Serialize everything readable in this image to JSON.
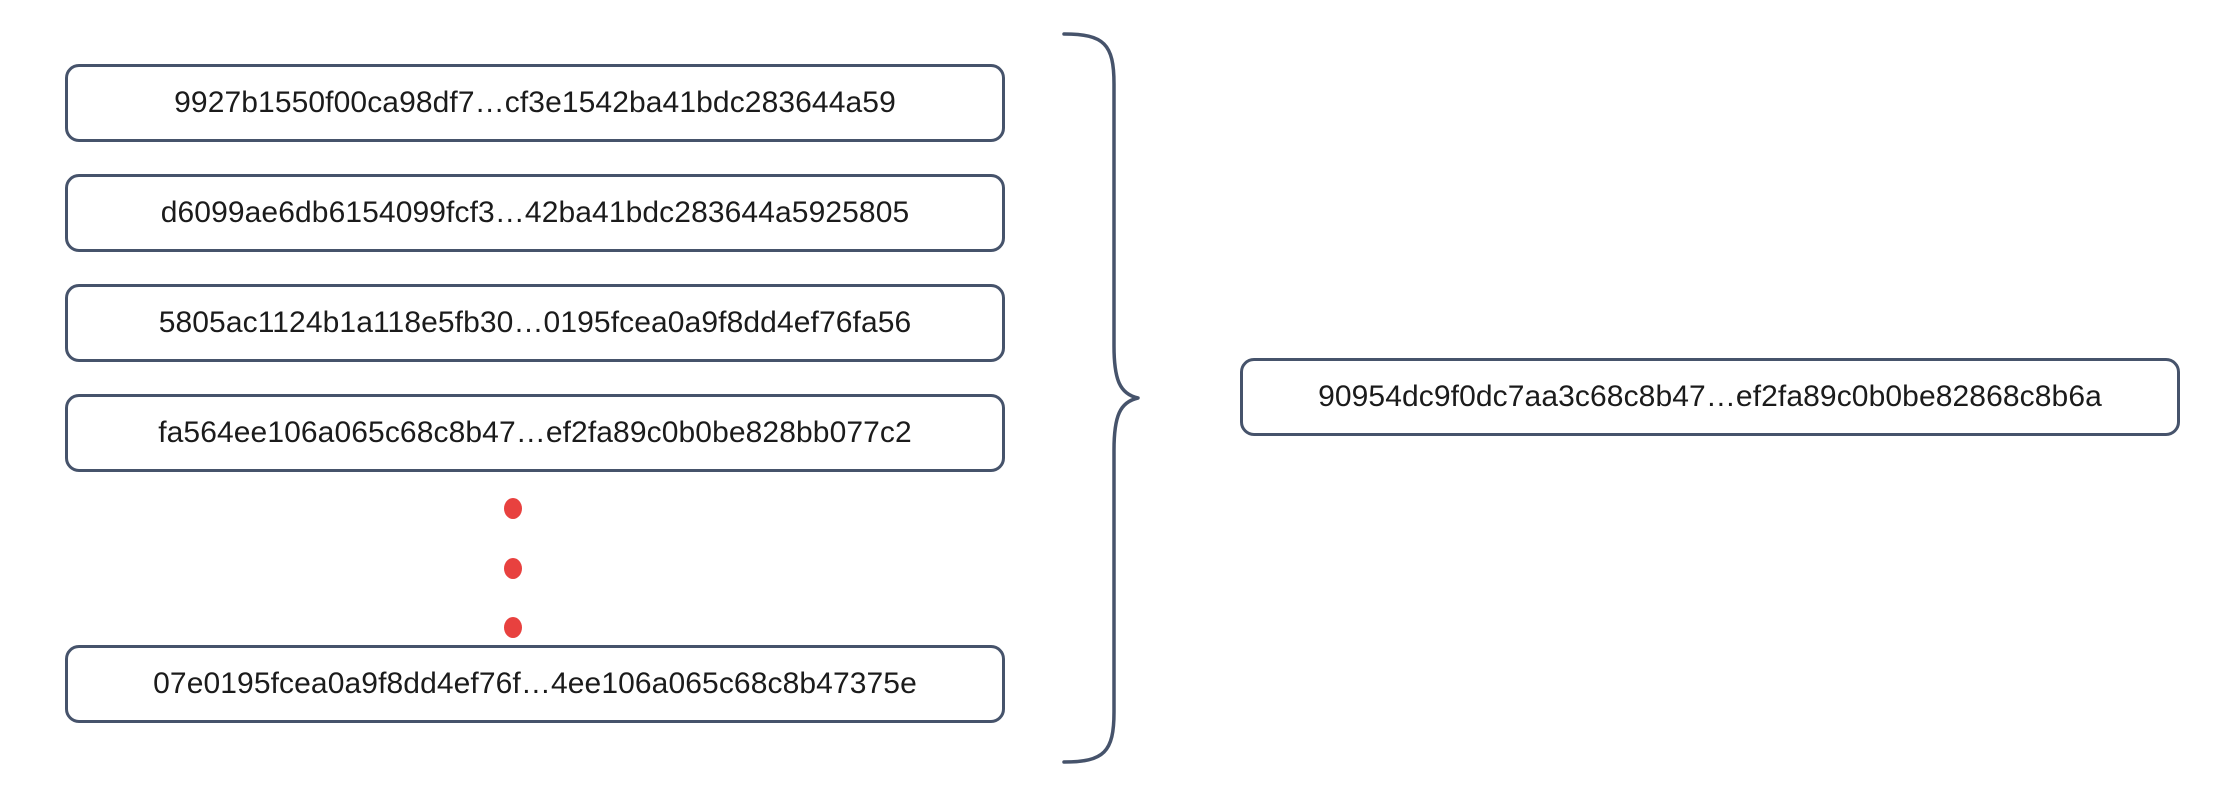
{
  "diagram": {
    "title": "hash-aggregation",
    "colors": {
      "box_border": "#46536b",
      "box_fill": "#ffffff",
      "text": "#1b1b1b",
      "ellipsis_dot": "#e8413f",
      "brace_stroke": "#46536b",
      "background": "#ffffff"
    },
    "inputs": {
      "items": [
        {
          "hash": "9927b1550f00ca98df7…cf3e1542ba41bdc283644a59"
        },
        {
          "hash": "d6099ae6db6154099fcf3…42ba41bdc283644a5925805"
        },
        {
          "hash": "5805ac1124b1a118e5fb30…0195fcea0a9f8dd4ef76fa56"
        },
        {
          "hash": "fa564ee106a065c68c8b47…ef2fa89c0b0be828bb077c2"
        },
        {
          "hash": "07e0195fcea0a9f8dd4ef76f…4ee106a065c68c8b47375e"
        }
      ],
      "ellipsis": {
        "symbol": "vertical-ellipsis",
        "dot_count": 3
      }
    },
    "connector": {
      "symbol": "right-curly-brace",
      "direction": "left-group-to-right-result"
    },
    "output": {
      "hash": "90954dc9f0dc7aa3c68c8b47…ef2fa89c0b0be82868c8b6a"
    }
  }
}
